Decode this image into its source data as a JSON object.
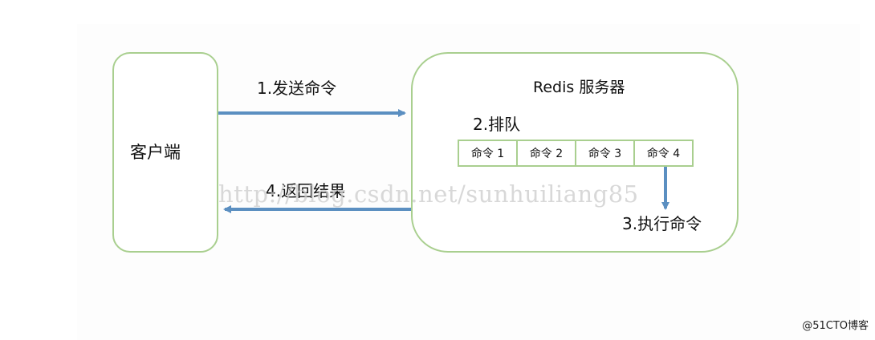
{
  "diagram": {
    "client": {
      "label": "客户端"
    },
    "server": {
      "title": "Redis 服务器"
    },
    "steps": {
      "send": "1.发送命令",
      "queue": "2.排队",
      "execute": "3.执行命令",
      "return": "4.返回结果"
    },
    "queue_items": [
      "命令 1",
      "命令 2",
      "命令 3",
      "命令 4"
    ],
    "watermark": "http://blog.csdn.net/sunhuiliang85",
    "site_mark": "@51CTO博客",
    "colors": {
      "box_border": "#a9cf8f",
      "arrow": "#5b8fc1",
      "watermark": "#cccccc"
    }
  }
}
